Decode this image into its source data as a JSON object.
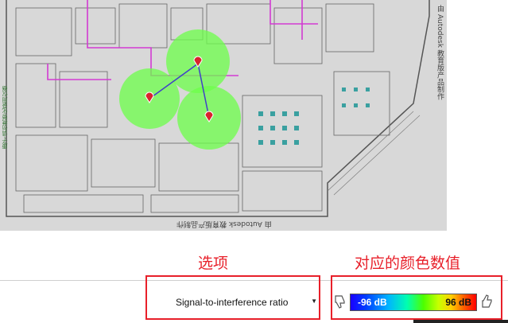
{
  "floorplan": {
    "watermark_vertical": "由 Autodesk 教育版产品制作",
    "watermark_bottom": "由 Autodesk 教育版产品制作",
    "watermark_left": "康子·请勿携带化录用仪器"
  },
  "annotations": {
    "options_label": "选项",
    "colors_label": "对应的颜色数值"
  },
  "toolbar": {
    "metric_select": "Signal-to-interference ratio",
    "legend_min": "-96 dB",
    "legend_max": "96 dB"
  },
  "icons": {
    "thumb_down": "thumbs-down-icon",
    "thumb_up": "thumbs-up-icon",
    "dropdown": "chevron-down-icon",
    "ap_marker": "map-pin-icon"
  },
  "colors": {
    "annotation": "#e8202a",
    "coverage": "#66ff44",
    "wall_magenta": "#d23ad2"
  }
}
